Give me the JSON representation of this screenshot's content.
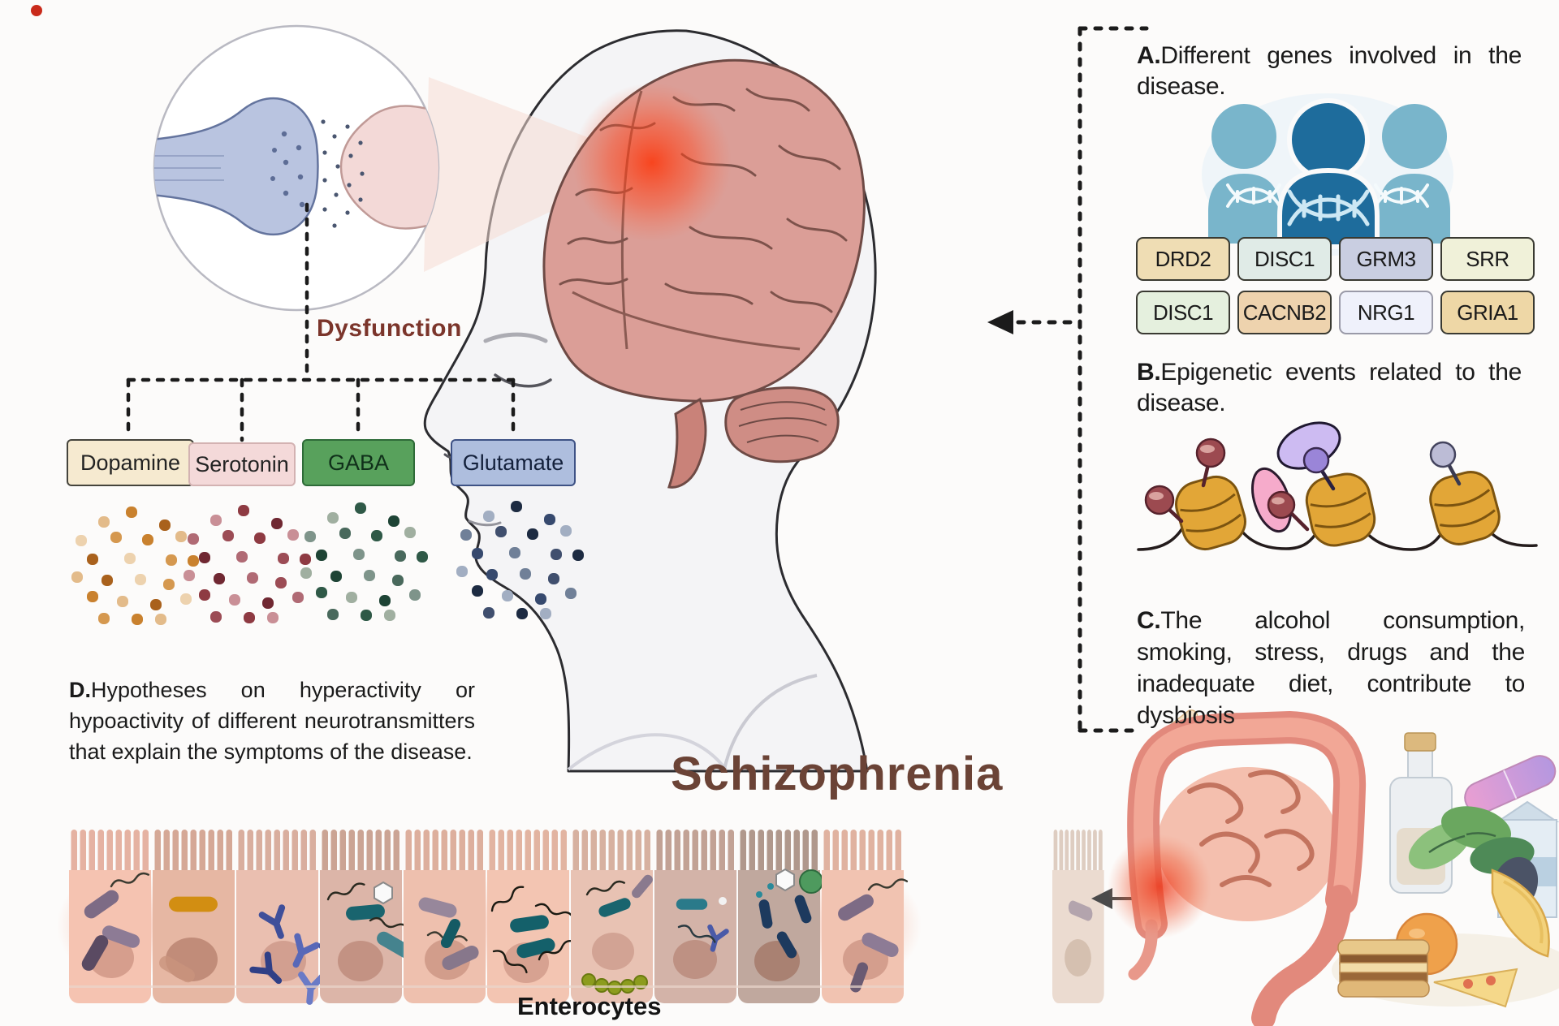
{
  "figure_title": {
    "text": "Schizophrenia",
    "color": "#6b4336"
  },
  "synapse_panel": {
    "label": "Dysfunction",
    "label_color": "#7b352b"
  },
  "neurotransmitters": [
    {
      "name": "Dopamine",
      "fill": "#f6ead0",
      "border": "#45443c",
      "text_color": "#232323",
      "dots": [
        "#c9812e",
        "#e3bb8a",
        "#a9611c",
        "#edd2ae",
        "#d5984f"
      ]
    },
    {
      "name": "Serotonin",
      "fill": "#f4d9d9",
      "border": "#d3b2b2",
      "text_color": "#232323",
      "dots": [
        "#8e3a42",
        "#c98f96",
        "#702832",
        "#b06a74",
        "#9c4c55"
      ]
    },
    {
      "name": "GABA",
      "fill": "#58a15c",
      "border": "#2e6b38",
      "text_color": "#10301a",
      "dots": [
        "#2f5947",
        "#a0afa0",
        "#1e4435",
        "#7e948a",
        "#49695c"
      ]
    },
    {
      "name": "Glutamate",
      "fill": "#aebede",
      "border": "#3e5285",
      "text_color": "#14213c",
      "dots": [
        "#1d2b42",
        "#a2aec2",
        "#36496e",
        "#708098",
        "#404f6e"
      ]
    }
  ],
  "panel_a": {
    "prefix": "A.",
    "lines": [
      "Different genes involved in the",
      "disease."
    ],
    "genes": [
      {
        "name": "DRD2",
        "fill": "#efddb4"
      },
      {
        "name": "DISC1",
        "fill": "#e0ebe7"
      },
      {
        "name": "GRM3",
        "fill": "#c9cee1"
      },
      {
        "name": "SRR",
        "fill": "#f0f1d9"
      },
      {
        "name": "DISC1",
        "fill": "#e5f0de"
      },
      {
        "name": "CACNB2",
        "fill": "#eed3ae"
      },
      {
        "name": "NRG1",
        "fill": "#eff1fb"
      },
      {
        "name": "GRIA1",
        "fill": "#eed7a6"
      }
    ]
  },
  "panel_b": {
    "prefix": "B.",
    "lines": [
      "Epigenetic events related to the",
      "disease."
    ]
  },
  "panel_c": {
    "prefix": "C.",
    "lines": [
      "The alcohol consumption,",
      "smoking, stress, drugs and the",
      "inadequate diet, contribute to",
      "dysbiosis"
    ]
  },
  "panel_d": {
    "prefix": "D.",
    "lines": [
      "Hypotheses on hyperactivity or",
      "hypoactivity of different neurotransmitters",
      "that explain the symptoms of the disease."
    ]
  },
  "gut_label": "Enterocytes"
}
